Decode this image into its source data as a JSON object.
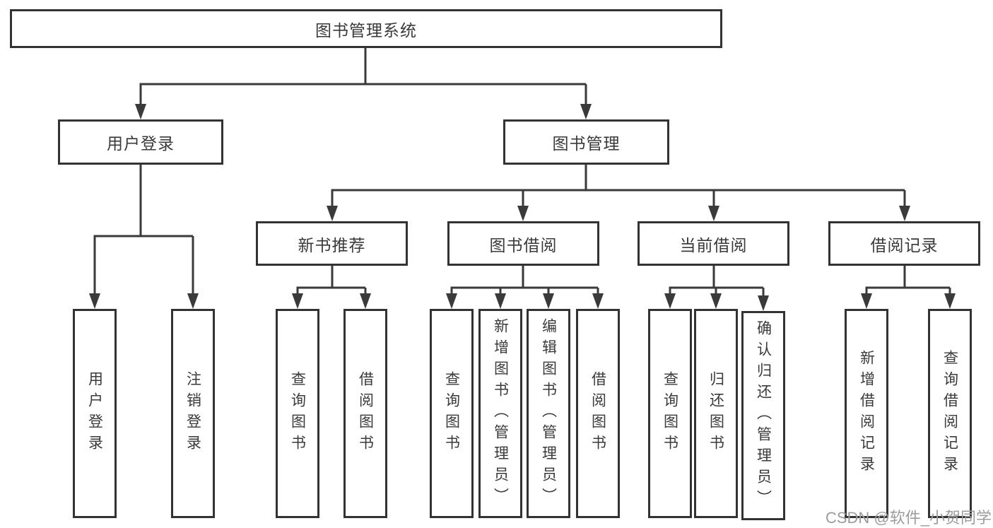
{
  "diagram": {
    "root": {
      "label": "图书管理系统"
    },
    "level2": [
      {
        "label": "用户登录"
      },
      {
        "label": "图书管理"
      }
    ],
    "level3": [
      {
        "label": "新书推荐"
      },
      {
        "label": "图书借阅"
      },
      {
        "label": "当前借阅"
      },
      {
        "label": "借阅记录"
      }
    ],
    "leaves": [
      {
        "label": "用户登录"
      },
      {
        "label": "注销登录"
      },
      {
        "label": "查询图书"
      },
      {
        "label": "借阅图书"
      },
      {
        "label": "查询图书"
      },
      {
        "label": "新增图书（管理员）"
      },
      {
        "label": "编辑图书（管理员）"
      },
      {
        "label": "借阅图书"
      },
      {
        "label": "查询图书"
      },
      {
        "label": "归还图书"
      },
      {
        "label": "确认归还（管理员）"
      },
      {
        "label": "新增借阅记录"
      },
      {
        "label": "查询借阅记录"
      }
    ]
  },
  "watermark": {
    "text": "CSDN @软件_小贺同学"
  },
  "colors": {
    "line": "#3a3a3a",
    "border": "#333333",
    "text": "#3a3a3a",
    "watermark": "#9c9c9c",
    "background": "#ffffff"
  }
}
